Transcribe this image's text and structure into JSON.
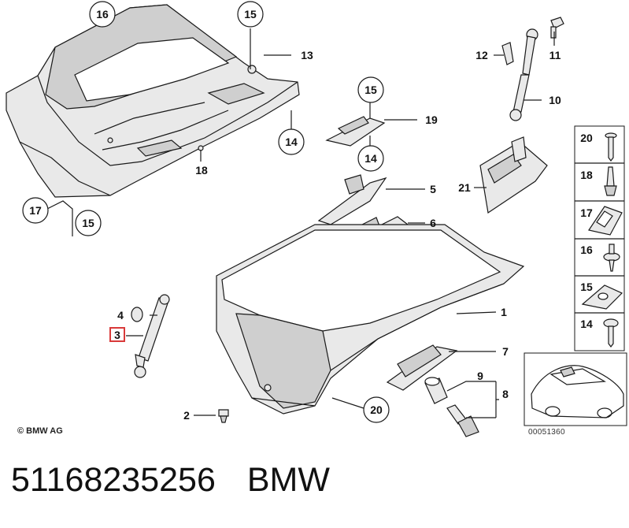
{
  "diagram": {
    "callouts": [
      {
        "label": "16",
        "style": "circle"
      },
      {
        "label": "15",
        "style": "circle"
      },
      {
        "label": "13",
        "style": "plain"
      },
      {
        "label": "14",
        "style": "circle"
      },
      {
        "label": "18",
        "style": "plain"
      },
      {
        "label": "17",
        "style": "circle"
      },
      {
        "label": "15",
        "style": "circle"
      },
      {
        "label": "12",
        "style": "plain"
      },
      {
        "label": "11",
        "style": "plain"
      },
      {
        "label": "10",
        "style": "plain"
      },
      {
        "label": "15",
        "style": "circle"
      },
      {
        "label": "19",
        "style": "plain"
      },
      {
        "label": "14",
        "style": "circle"
      },
      {
        "label": "5",
        "style": "plain"
      },
      {
        "label": "21",
        "style": "plain"
      },
      {
        "label": "6",
        "style": "plain"
      },
      {
        "label": "1",
        "style": "plain"
      },
      {
        "label": "4",
        "style": "plain"
      },
      {
        "label": "3",
        "style": "highlighted"
      },
      {
        "label": "7",
        "style": "plain"
      },
      {
        "label": "9",
        "style": "plain"
      },
      {
        "label": "8",
        "style": "plain"
      },
      {
        "label": "2",
        "style": "plain"
      },
      {
        "label": "20",
        "style": "circle"
      }
    ],
    "hardware_panel": [
      "20",
      "18",
      "17",
      "16",
      "15",
      "14"
    ],
    "copyright": "© BMW AG",
    "drawing_number": "00051360"
  },
  "caption": {
    "part_number": "51168235256",
    "brand": "BMW"
  },
  "colors": {
    "line": "#1a1a1a",
    "part_fill": "#e8e8e8",
    "part_shade": "#c8c8c8",
    "highlight": "#d93a3a"
  }
}
